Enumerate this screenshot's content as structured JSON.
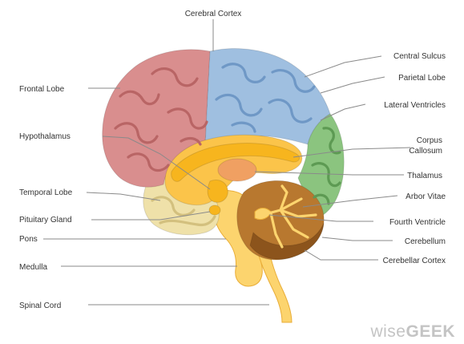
{
  "diagram": {
    "labels": {
      "cerebral_cortex": "Cerebral Cortex",
      "central_sulcus": "Central Sulcus",
      "parietal_lobe": "Parietal Lobe",
      "lateral_ventricles": "Lateral Ventricles",
      "frontal_lobe": "Frontal Lobe",
      "hypothalamus": "Hypothalamus",
      "corpus": "Corpus",
      "callosum": "Callosum",
      "thalamus": "Thalamus",
      "temporal_lobe": "Temporal Lobe",
      "arbor_vitae": "Arbor Vitae",
      "pituitary_gland": "Pituitary Gland",
      "fourth_ventricle": "Fourth Ventricle",
      "pons": "Pons",
      "cerebellum": "Cerebellum",
      "cerebellar_cortex": "Cerebellar Cortex",
      "medulla": "Medulla",
      "spinal_cord": "Spinal Cord"
    },
    "colors": {
      "frontal": "#d98e8e",
      "frontal_fold": "#b96565",
      "parietal": "#9fbfe0",
      "parietal_fold": "#6f98c6",
      "occipital": "#8bc47f",
      "occipital_fold": "#5d9a53",
      "temporal": "#efe1a9",
      "temporal_fold": "#d3c07e",
      "core": "#fbc44a",
      "corpus": "#f7b51e",
      "thalamus": "#f0a062",
      "cerebellum": "#b8782f",
      "cerebellum_dark": "#8c541c",
      "stem": "#fcd46e",
      "stem_edge": "#e9ad37",
      "leader": "#8a8a8a"
    }
  },
  "watermark": {
    "part1": "wise",
    "part2": "GEEK"
  }
}
